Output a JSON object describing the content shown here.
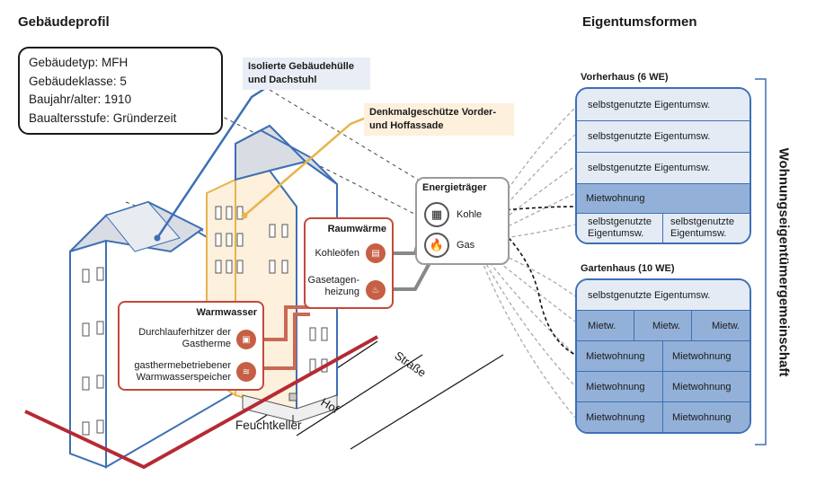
{
  "headings": {
    "left": "Gebäudeprofil",
    "right": "Eigentumsformen"
  },
  "profile": {
    "lines": [
      "Gebäudetyp: MFH",
      "Gebäudeklasse: 5",
      "Baujahr/alter: 1910",
      "Baualtersstufe: Gründerzeit"
    ]
  },
  "callouts": {
    "insulation": "Isolierte Gebäudehülle und Dachstuhl",
    "monument": "Denkmalgeschütze Vorder- und Hoffassade"
  },
  "raumwaerme": {
    "title": "Raumwärme",
    "item1": "Kohleöfen",
    "item2": "Gasetagen-heizung"
  },
  "warmwasser": {
    "title": "Warmwasser",
    "item1": "Durchlauferhitzer der Gastherme",
    "item2": "gasthermebetriebener Warmwasserspeicher"
  },
  "energie": {
    "title": "Energieträger",
    "kohle": "Kohle",
    "gas": "Gas"
  },
  "ground": {
    "strasse": "Straße",
    "hof": "Hof",
    "keller": "Feuchtkeller"
  },
  "vorderhaus": {
    "title": "Vorherhaus (6 WE)",
    "rows": [
      "selbstgenutzte Eigentumsw.",
      "selbstgenutzte Eigentumsw.",
      "selbstgenutzte Eigentumsw.",
      "Mietwohnung"
    ],
    "split": [
      "selbstgenutzte Eigentumsw.",
      "selbstgenutzte Eigentumsw."
    ]
  },
  "gartenhaus": {
    "title": "Gartenhaus (10 WE)",
    "top": "selbstgenutzte Eigentumsw.",
    "triple": [
      "Mietw.",
      "Mietw.",
      "Mietw."
    ],
    "pairs": [
      [
        "Mietwohnung",
        "Mietwohnung"
      ],
      [
        "Mietwohnung",
        "Mietwohnung"
      ],
      [
        "Mietwohnung",
        "Mietwohnung"
      ]
    ]
  },
  "community": "Wohnungseigentümergemeinschaft",
  "colors": {
    "blue": "#3d6fb5",
    "orange": "#e9b44c",
    "red": "#c24a3a",
    "darkred": "#b52a35",
    "light_cell": "#e4ebf5",
    "dark_cell": "#93b1d8"
  }
}
